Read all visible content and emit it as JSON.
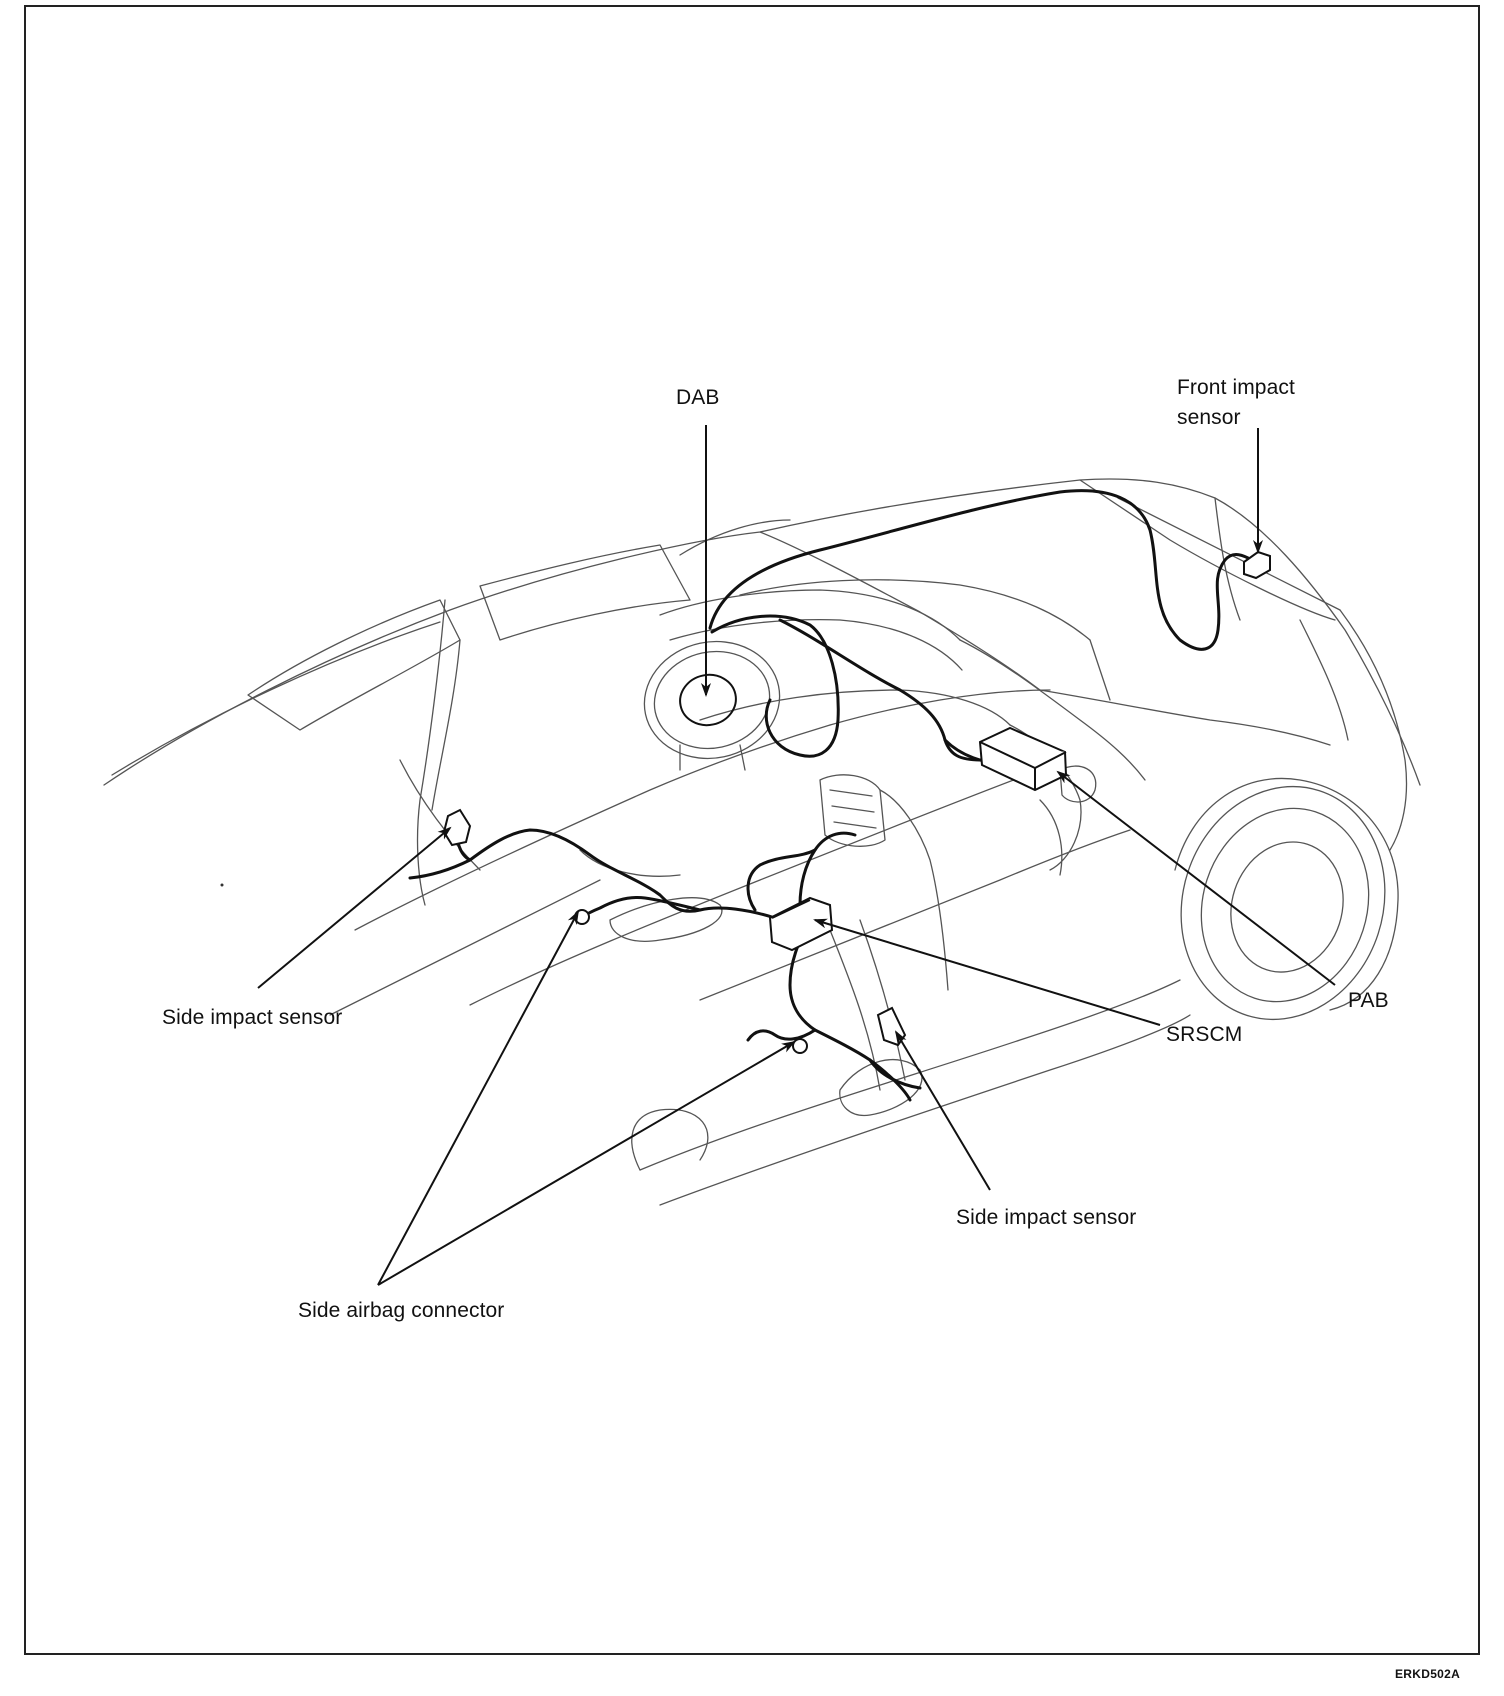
{
  "labels": {
    "dab": "DAB",
    "front_impact_sensor_line1": "Front impact",
    "front_impact_sensor_line2": "sensor",
    "pab": "PAB",
    "srscm": "SRSCM",
    "side_impact_sensor_left": "Side impact sensor",
    "side_impact_sensor_right": "Side impact sensor",
    "side_airbag_connector": "Side airbag connector"
  },
  "figure_code": "ERKD502A",
  "colors": {
    "ink": "#111111",
    "outline": "#555555",
    "background": "#ffffff"
  }
}
